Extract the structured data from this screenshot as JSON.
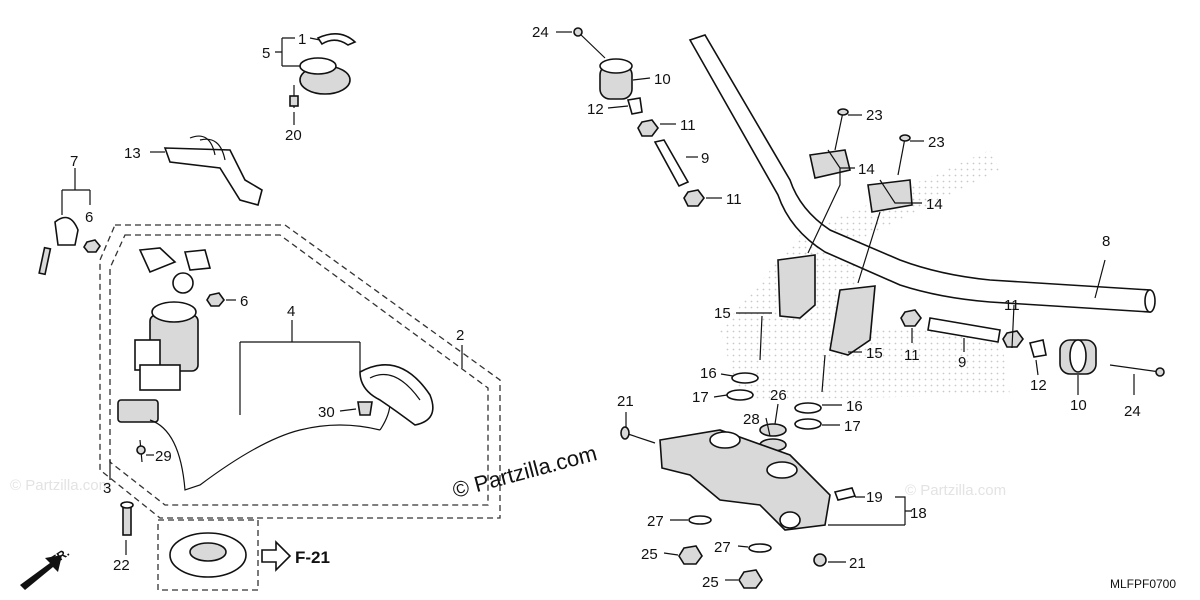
{
  "diagram": {
    "drawing_code": "MLFPF0700",
    "watermark": "© Partzilla.com",
    "front_arrow_label": "FR.",
    "reference_label": "F-21",
    "callouts": {
      "c1": "1",
      "c2": "2",
      "c3": "3",
      "c4": "4",
      "c5": "5",
      "c6a": "6",
      "c6b": "6",
      "c7": "7",
      "c8": "8",
      "c9a": "9",
      "c9b": "9",
      "c10a": "10",
      "c10b": "10",
      "c11a": "11",
      "c11b": "11",
      "c11c": "11",
      "c11d": "11",
      "c12a": "12",
      "c12b": "12",
      "c13": "13",
      "c14a": "14",
      "c14b": "14",
      "c15a": "15",
      "c15b": "15",
      "c16a": "16",
      "c16b": "16",
      "c17a": "17",
      "c17b": "17",
      "c18": "18",
      "c19": "19",
      "c20": "20",
      "c21a": "21",
      "c21b": "21",
      "c22": "22",
      "c23a": "23",
      "c23b": "23",
      "c24a": "24",
      "c24b": "24",
      "c25a": "25",
      "c25b": "25",
      "c26": "26",
      "c27a": "27",
      "c27b": "27",
      "c28": "28",
      "c29": "29",
      "c30": "30"
    }
  }
}
